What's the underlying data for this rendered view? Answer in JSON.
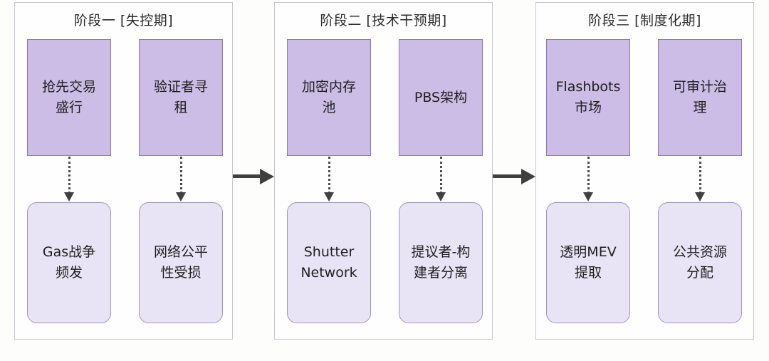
{
  "diagram": {
    "stages": [
      {
        "title": "阶段一 [失控期]",
        "causes": [
          "抢先交易\n盛行",
          "验证者寻\n租"
        ],
        "effects": [
          "Gas战争\n频发",
          "网络公平\n性受损"
        ]
      },
      {
        "title": "阶段二 [技术干预期]",
        "causes": [
          "加密内存\n池",
          "PBS架构"
        ],
        "effects": [
          "Shutter\nNetwork",
          "提议者-构\n建者分离"
        ]
      },
      {
        "title": "阶段三 [制度化期]",
        "causes": [
          "Flashbots\n市场",
          "可审计治\n理"
        ],
        "effects": [
          "透明MEV\n提取",
          "公共资源\n分配"
        ]
      }
    ],
    "edges": {
      "within_stage": "dotted-arrow",
      "between_stages": "solid-arrow"
    },
    "colors": {
      "cause_fill": "#cbbde6",
      "cause_border": "#8b78b5",
      "effect_fill": "#e9e4f5",
      "effect_border": "#9f93c0",
      "arrow": "#404040"
    }
  }
}
